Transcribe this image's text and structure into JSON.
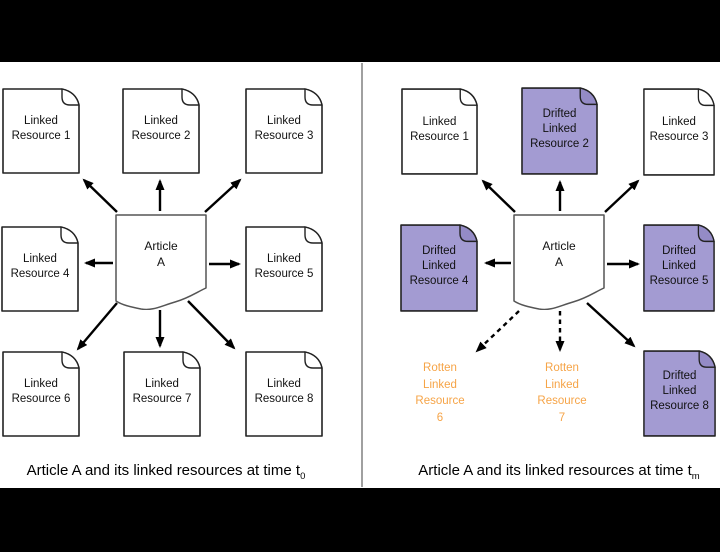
{
  "colors": {
    "background": "#ffffff",
    "letterbox": "#000000",
    "divider": "#a0a0a0",
    "arrow": "#000000",
    "doc_fill": "#ffffff",
    "doc_border": "#222222",
    "article_border": "#555555",
    "drifted_fill": "#a39bd2",
    "drifted_fold": "#948bc6",
    "rotten_text": "#f6a447",
    "label_text": "#111111"
  },
  "left_panel": {
    "caption_main": "Article A and its linked resources at time t",
    "caption_sub": "0",
    "article": {
      "lines": [
        "Article",
        "A"
      ]
    },
    "nodes": [
      {
        "id": "resource-1",
        "type": "normal",
        "lines": [
          "Linked",
          "Resource 1"
        ]
      },
      {
        "id": "resource-2",
        "type": "normal",
        "lines": [
          "Linked",
          "Resource 2"
        ]
      },
      {
        "id": "resource-3",
        "type": "normal",
        "lines": [
          "Linked",
          "Resource 3"
        ]
      },
      {
        "id": "resource-4",
        "type": "normal",
        "lines": [
          "Linked",
          "Resource 4"
        ]
      },
      {
        "id": "resource-5",
        "type": "normal",
        "lines": [
          "Linked",
          "Resource 5"
        ]
      },
      {
        "id": "resource-6",
        "type": "normal",
        "lines": [
          "Linked",
          "Resource 6"
        ]
      },
      {
        "id": "resource-7",
        "type": "normal",
        "lines": [
          "Linked",
          "Resource 7"
        ]
      },
      {
        "id": "resource-8",
        "type": "normal",
        "lines": [
          "Linked",
          "Resource 8"
        ]
      }
    ]
  },
  "right_panel": {
    "caption_main": "Article A and its linked resources at time t",
    "caption_sub": "m",
    "article": {
      "lines": [
        "Article",
        "A"
      ]
    },
    "nodes": [
      {
        "id": "resource-1",
        "type": "normal",
        "lines": [
          "Linked",
          "Resource 1"
        ]
      },
      {
        "id": "resource-2",
        "type": "drifted",
        "lines": [
          "Drifted",
          "Linked",
          "Resource 2"
        ]
      },
      {
        "id": "resource-3",
        "type": "normal",
        "lines": [
          "Linked",
          "Resource 3"
        ]
      },
      {
        "id": "resource-4",
        "type": "drifted",
        "lines": [
          "Drifted",
          "Linked",
          "Resource 4"
        ]
      },
      {
        "id": "resource-5",
        "type": "drifted",
        "lines": [
          "Drifted",
          "Linked",
          "Resource 5"
        ]
      },
      {
        "id": "resource-6",
        "type": "rotten",
        "lines": [
          "Rotten",
          "Linked",
          "Resource",
          "6"
        ]
      },
      {
        "id": "resource-7",
        "type": "rotten",
        "lines": [
          "Rotten",
          "Linked",
          "Resource",
          "7"
        ]
      },
      {
        "id": "resource-8",
        "type": "drifted",
        "lines": [
          "Drifted",
          "Linked",
          "Resource 8"
        ]
      }
    ]
  }
}
